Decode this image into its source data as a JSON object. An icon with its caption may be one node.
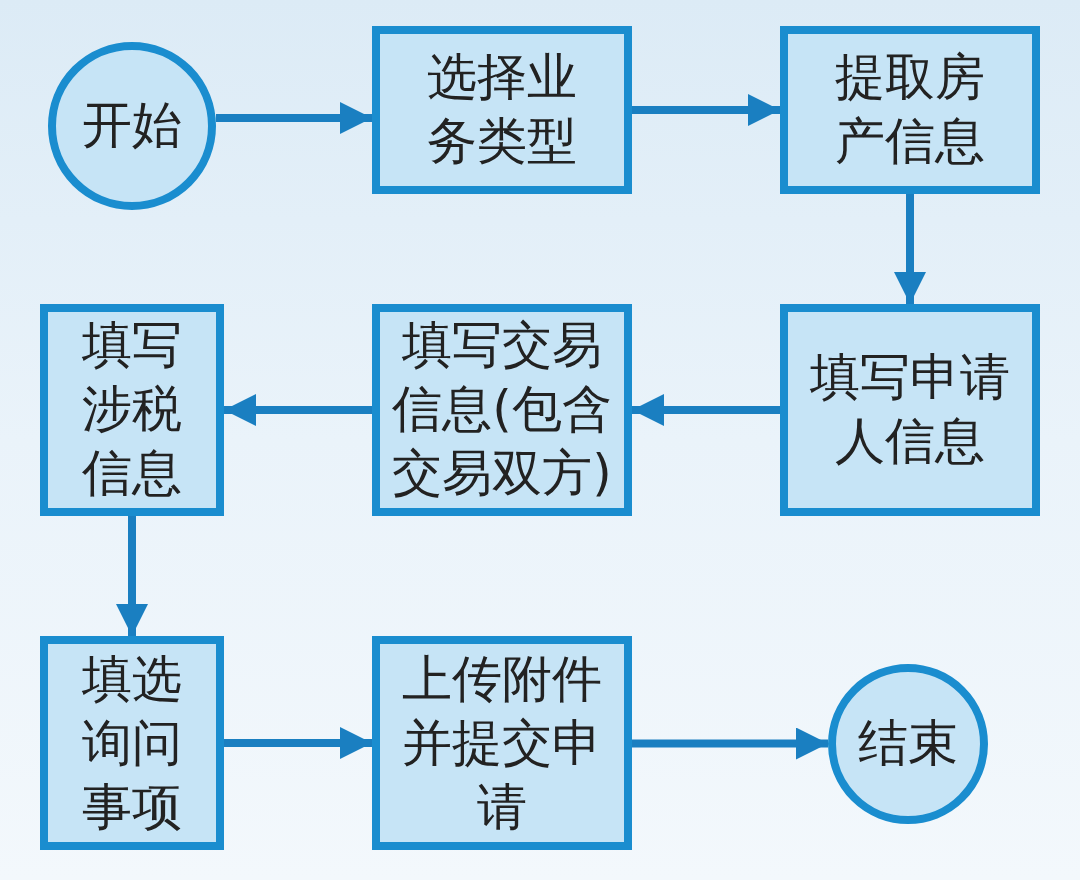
{
  "diagram": {
    "nodes": [
      {
        "text": [
          "开始"
        ]
      },
      {
        "text": [
          "选择业务类型"
        ]
      },
      {
        "text": [
          "提取房产信息"
        ]
      },
      {
        "text": [
          "填写申请人信息"
        ]
      },
      {
        "text": [
          "填写交易信息(包含交易双方)"
        ]
      },
      {
        "text": [
          "填写涉税信息"
        ]
      },
      {
        "text": [
          "填选询问事项"
        ]
      },
      {
        "text": [
          "上传附件并提交申请"
        ]
      },
      {
        "text": [
          "结束"
        ]
      }
    ],
    "edges": [
      {
        "from": 0,
        "to": 1,
        "arrow": "to"
      },
      {
        "from": 1,
        "to": 2,
        "arrow": "to"
      },
      {
        "from": 2,
        "to": 3,
        "arrow": "to"
      },
      {
        "from": 3,
        "to": 4,
        "arrow": "to"
      },
      {
        "from": 4,
        "to": 5,
        "arrow": "to"
      },
      {
        "from": 5,
        "to": 6,
        "arrow": "to"
      },
      {
        "from": 6,
        "to": 7,
        "arrow": "to"
      },
      {
        "from": 7,
        "to": 8,
        "arrow": "to"
      }
    ]
  }
}
